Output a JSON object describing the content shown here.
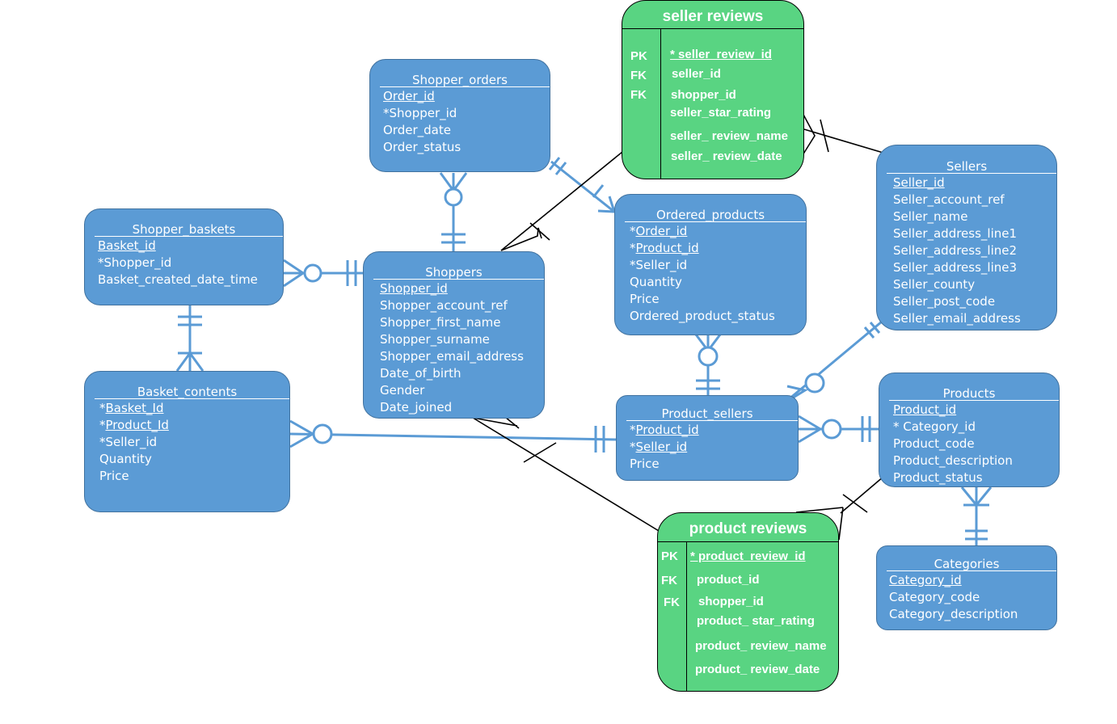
{
  "colors": {
    "entity_fill": "#5b9bd5",
    "review_fill": "#59d482",
    "connector_blue": "#5b9bd5",
    "connector_black": "#000000"
  },
  "entities": {
    "shopper_orders": {
      "title": "Shopper_orders",
      "rows": [
        "Order_id",
        "*Shopper_id",
        "Order_date",
        "Order_status"
      ]
    },
    "shopper_baskets": {
      "title": "Shopper_baskets",
      "rows": [
        "Basket_id",
        "*Shopper_id",
        "Basket_created_date_time"
      ]
    },
    "basket_contents": {
      "title": "Basket_contents",
      "rows": [
        "*Basket_Id",
        "*Product_Id",
        "*Seller_id",
        "Quantity",
        "Price"
      ]
    },
    "shoppers": {
      "title": "Shoppers",
      "rows": [
        "Shopper_id",
        "Shopper_account_ref",
        "Shopper_first_name",
        "Shopper_surname",
        "Shopper_email_address",
        "Date_of_birth",
        "Gender",
        "Date_joined"
      ]
    },
    "ordered_products": {
      "title": "Ordered_products",
      "rows": [
        "*Order_id",
        "*Product_id",
        "*Seller_id",
        "Quantity",
        "Price",
        "Ordered_product_status"
      ]
    },
    "product_sellers": {
      "title": "Product_sellers",
      "rows": [
        "*Product_id",
        "*Seller_id",
        "Price"
      ]
    },
    "sellers": {
      "title": "Sellers",
      "rows": [
        "Seller_id",
        "Seller_account_ref",
        "Seller_name",
        "Seller_address_line1",
        "Seller_address_line2",
        "Seller_address_line3",
        "Seller_county",
        "Seller_post_code",
        "Seller_email_address"
      ]
    },
    "products": {
      "title": "Products",
      "rows": [
        "Product_id",
        "* Category_id",
        "Product_code",
        "Product_description",
        "Product_status"
      ]
    },
    "categories": {
      "title": "Categories",
      "rows": [
        "Category_id",
        "Category_code",
        "Category_description"
      ]
    }
  },
  "reviews": {
    "seller_reviews": {
      "title": "seller reviews",
      "keys": [
        "PK",
        "FK",
        "FK"
      ],
      "fields": [
        "* seller_review_id",
        "seller_id",
        "shopper_id",
        "seller_star_rating",
        "seller_ review_name",
        "seller_ review_date"
      ]
    },
    "product_reviews": {
      "title": "product reviews",
      "keys": [
        "PK",
        "FK",
        "FK"
      ],
      "fields": [
        "* product_review_id",
        "product_id",
        "shopper_id",
        "product_ star_rating",
        "product_ review_name",
        "product_ review_date"
      ]
    }
  }
}
